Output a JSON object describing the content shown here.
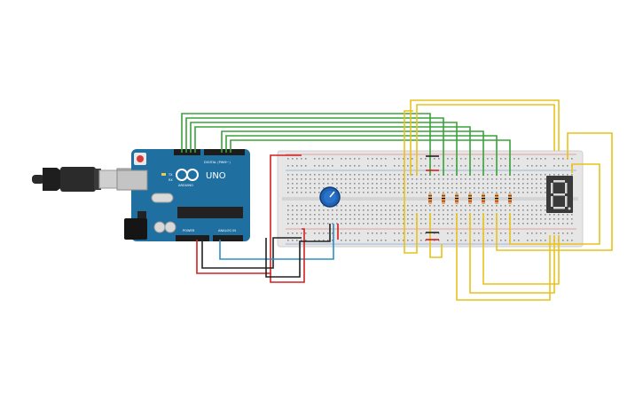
{
  "arduino": {
    "brand": "ARDUINO",
    "model": "UNO",
    "digital_label": "DIGITAL (PWM~)",
    "power_label": "POWER",
    "analog_label": "ANALOG IN",
    "tx_label": "TX",
    "rx_label": "RX"
  },
  "display": {
    "digit": "8."
  },
  "colors": {
    "board": "#1f6fa0",
    "breadboard": "#e6e6e6",
    "wire_green": "#3aa23a",
    "wire_yellow": "#e8c21a",
    "wire_red": "#d22020",
    "wire_black": "#222222",
    "wire_blue": "#2e8fc4",
    "potentiometer": "#1f63b5",
    "display": "#3a3a3a"
  }
}
